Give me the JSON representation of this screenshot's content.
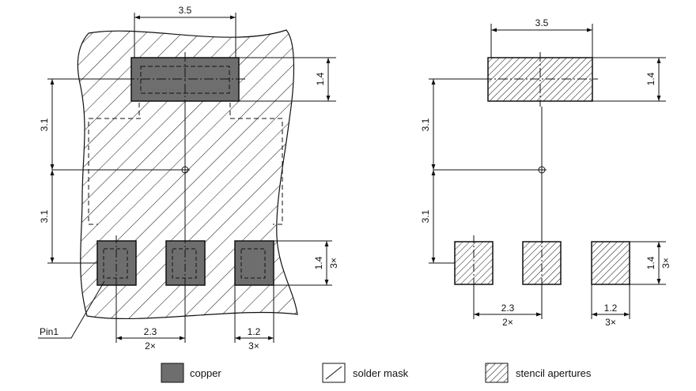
{
  "dimensions": {
    "top_pad_width": "3.5",
    "top_pad_height": "1.4",
    "pitch_upper": "3.1",
    "pitch_lower": "3.1",
    "pad_height": "1.4",
    "pad_count": "3×",
    "pad_pitch": "2.3",
    "pad_pitch_count": "2×",
    "pad_width": "1.2",
    "pad_width_count": "3×"
  },
  "labels": {
    "pin1": "Pin1"
  },
  "legend": {
    "copper": "copper",
    "solder_mask": "solder mask",
    "stencil_apertures": "stencil apertures"
  },
  "colors": {
    "copper": "#6e6e6e",
    "line": "#111111"
  }
}
